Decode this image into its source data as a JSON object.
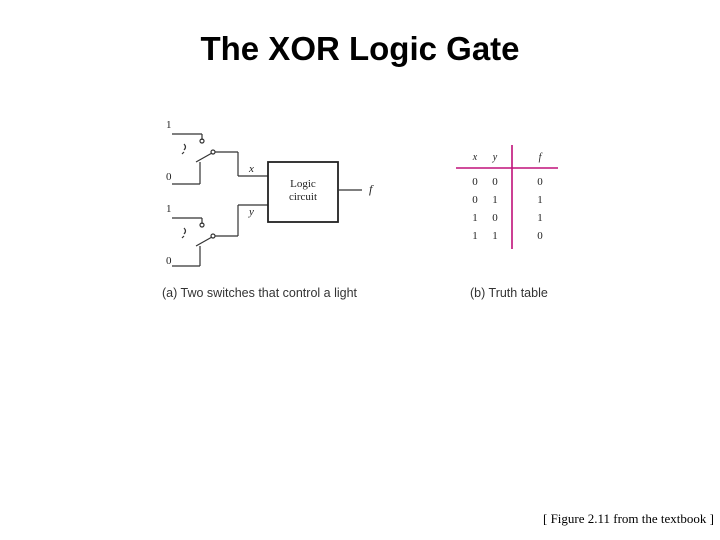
{
  "slide": {
    "title": "The XOR Logic Gate",
    "source_note": "[ Figure 2.11 from the textbook ]"
  },
  "figure_a": {
    "caption": "(a) Two switches that control a light",
    "switch_x": {
      "high": "1",
      "low": "0",
      "signal": "x"
    },
    "switch_y": {
      "high": "1",
      "low": "0",
      "signal": "y"
    },
    "block_line1": "Logic",
    "block_line2": "circuit",
    "output": "f"
  },
  "figure_b": {
    "caption": "(b) Truth table",
    "divider_color": "#c0107a",
    "headers": [
      "x",
      "y",
      "f"
    ],
    "rows": [
      [
        "0",
        "0",
        "0"
      ],
      [
        "0",
        "1",
        "1"
      ],
      [
        "1",
        "0",
        "1"
      ],
      [
        "1",
        "1",
        "0"
      ]
    ]
  }
}
